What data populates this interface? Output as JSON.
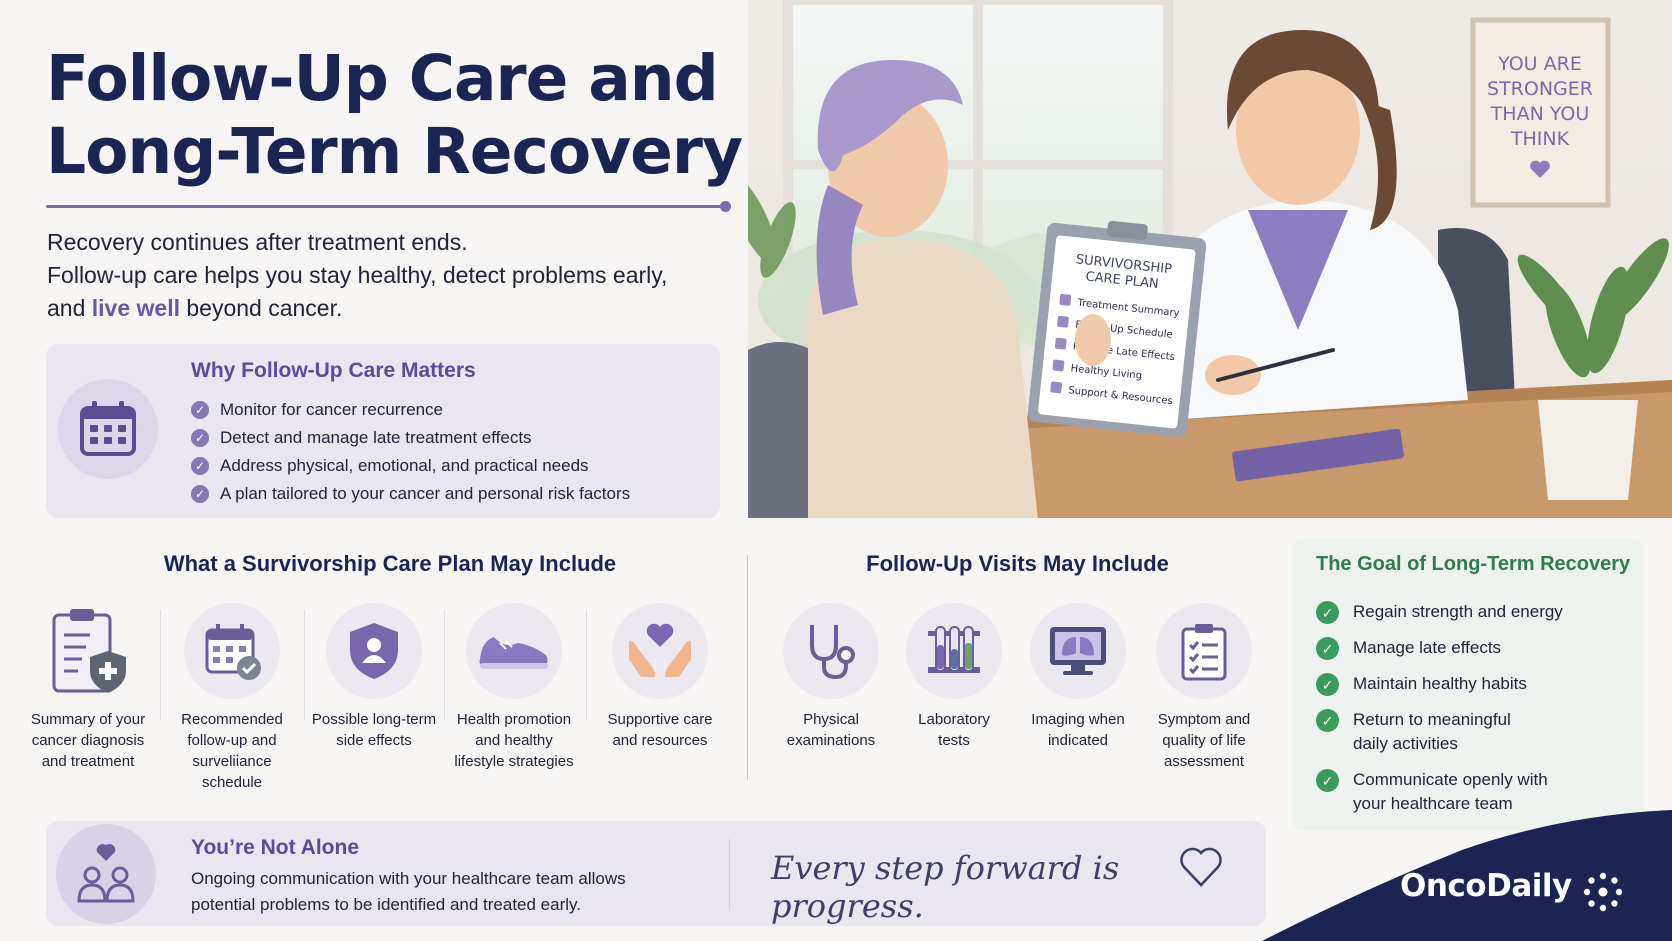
{
  "header": {
    "title_line1": "Follow-Up Care and",
    "title_line2": "Long-Term Recovery",
    "intro_line1": "Recovery continues after treatment ends.",
    "intro_line2": "Follow-up care helps you stay healthy, detect problems early,",
    "intro_line3_pre": "and ",
    "intro_line3_hl": "live well",
    "intro_line3_post": " beyond cancer."
  },
  "why": {
    "title": "Why Follow-Up Care Matters",
    "icon": "calendar-icon",
    "items": [
      "Monitor for cancer recurrence",
      "Detect and manage late treatment effects",
      "Address physical, emotional, and practical needs",
      "A plan tailored to your cancer and personal risk factors"
    ]
  },
  "hero": {
    "clipboard_title_1": "SURVIVORSHIP",
    "clipboard_title_2": "CARE PLAN",
    "clipboard_items": [
      "Treatment Summary",
      "Follow-Up Schedule",
      "Possible Late Effects",
      "Healthy Living",
      "Support & Resources"
    ],
    "poster_lines": [
      "YOU ARE",
      "STRONGER",
      "THAN YOU",
      "THINK"
    ]
  },
  "plan": {
    "title": "What a Survivorship Care Plan May Include",
    "items": [
      {
        "icon": "clipboard-shield-icon",
        "l1": "Summary of your",
        "l2": "cancer diagnosis",
        "l3": "and treatment"
      },
      {
        "icon": "calendar-check-icon",
        "l1": "Recommended",
        "l2": "follow-up and",
        "l3": "surveliiance schedule"
      },
      {
        "icon": "shield-person-icon",
        "l1": "Possible long-term",
        "l2": "side effects",
        "l3": ""
      },
      {
        "icon": "sneaker-icon",
        "l1": "Health promotion",
        "l2": "and healthy",
        "l3": "lifestyle strategies"
      },
      {
        "icon": "hands-heart-icon",
        "l1": "Supportive care",
        "l2": "and resources",
        "l3": ""
      }
    ]
  },
  "visits": {
    "title": "Follow-Up Visits May Include",
    "items": [
      {
        "icon": "stethoscope-icon",
        "l1": "Physical",
        "l2": "examinations",
        "l3": ""
      },
      {
        "icon": "test-tubes-icon",
        "l1": "Laboratory",
        "l2": "tests",
        "l3": ""
      },
      {
        "icon": "lung-monitor-icon",
        "l1": "Imaging when",
        "l2": "indicated",
        "l3": ""
      },
      {
        "icon": "checklist-icon",
        "l1": "Symptom and",
        "l2": "quality of life",
        "l3": "assessment"
      }
    ]
  },
  "goal": {
    "title": "The Goal of Long-Term Recovery",
    "items": [
      {
        "l1": "Regain strength and energy",
        "l2": ""
      },
      {
        "l1": "Manage late effects",
        "l2": ""
      },
      {
        "l1": "Maintain healthy habits",
        "l2": ""
      },
      {
        "l1": "Return to meaningful",
        "l2": "daily activities"
      },
      {
        "l1": "Communicate openly with",
        "l2": "your healthcare team"
      }
    ]
  },
  "alone": {
    "title": "You’re Not Alone",
    "text_line1": "Ongoing communication with your healthcare team allows",
    "text_line2": "potential problems to be identified and treated early.",
    "quote": "Every step forward is progress."
  },
  "brand": {
    "name": "OncoDaily"
  },
  "colors": {
    "navy": "#1b2453",
    "purple": "#5d4a9c",
    "lavender": "#8577b5",
    "green": "#3b9a5e"
  }
}
